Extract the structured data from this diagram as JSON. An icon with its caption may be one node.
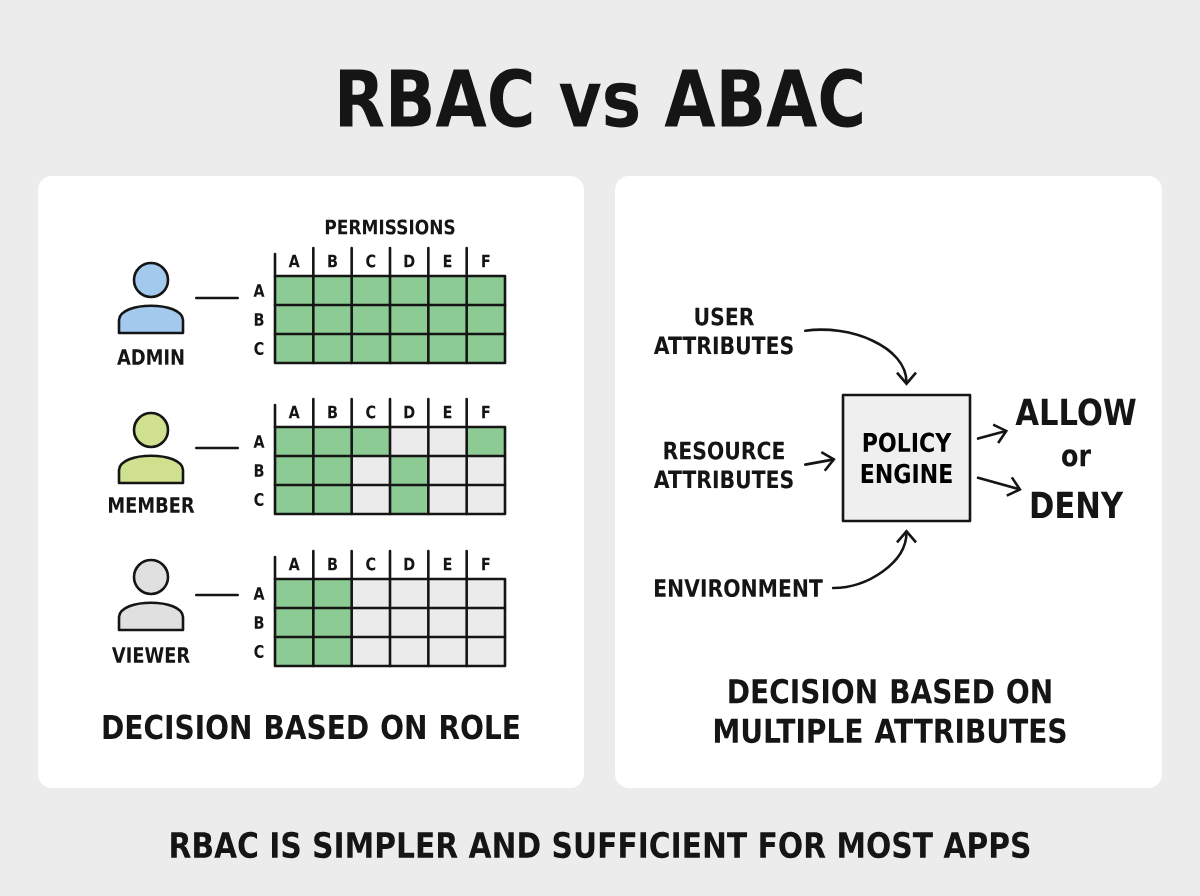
{
  "diagram": {
    "title": "RBAC vs ABAC",
    "caption": "RBAC IS SIMPLER AND SUFFICIENT FOR MOST APPS",
    "nodes": [
      {
        "text": [
          "DECISION BASED ON ROLE"
        ]
      },
      {
        "text": [
          "ADMIN"
        ],
        "in": 0
      },
      {
        "text": [
          "PERMISSIONS",
          "A",
          "B",
          "C",
          "D",
          "E",
          "F",
          "A",
          "B",
          "C"
        ],
        "in": 0
      },
      {
        "text": [
          "MEMBER"
        ],
        "in": 0
      },
      {
        "text": [
          "A",
          "B",
          "C",
          "D",
          "E",
          "F",
          "A",
          "B",
          "C"
        ],
        "in": 0
      },
      {
        "text": [
          "VIEWER"
        ],
        "in": 0
      },
      {
        "text": [
          "A",
          "B",
          "C",
          "D",
          "E",
          "F",
          "A",
          "B",
          "C"
        ],
        "in": 0
      },
      {
        "text": [
          "DECISION BASED ON MULTIPLE ATTRIBUTES"
        ]
      },
      {
        "text": [
          "USER ATTRIBUTES"
        ],
        "in": 7
      },
      {
        "text": [
          "RESOURCE ATTRIBUTES"
        ],
        "in": 7
      },
      {
        "text": [
          "ENVIRONMENT"
        ],
        "in": 7
      },
      {
        "text": [
          "POLICY ENGINE"
        ],
        "in": 7
      },
      {
        "text": [
          "ALLOW"
        ],
        "in": 7
      },
      {
        "text": [
          "DENY"
        ],
        "in": 7
      }
    ],
    "edges": [
      {
        "from": 1,
        "to": 2,
        "arrow": "none"
      },
      {
        "from": 3,
        "to": 4,
        "arrow": "none"
      },
      {
        "from": 5,
        "to": 6,
        "arrow": "none"
      },
      {
        "from": 8,
        "to": 11,
        "arrow": "to"
      },
      {
        "from": 9,
        "to": 11,
        "arrow": "to"
      },
      {
        "from": 10,
        "to": 11,
        "arrow": "to"
      },
      {
        "from": 11,
        "to": 12,
        "arrow": "to"
      },
      {
        "from": 11,
        "to": 13,
        "arrow": "to"
      }
    ],
    "labels": [
      "or"
    ]
  }
}
